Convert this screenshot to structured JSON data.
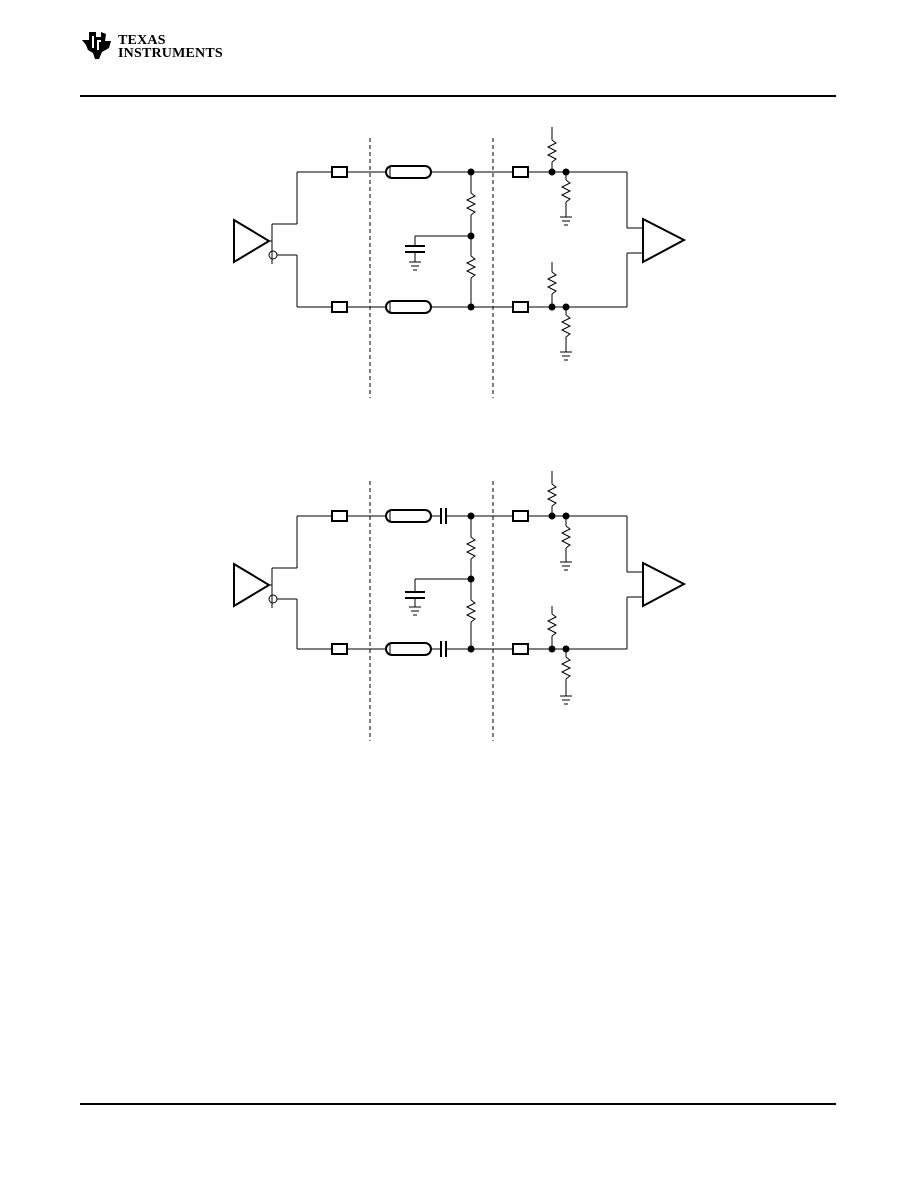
{
  "header": {
    "logo_line1": "Texas",
    "logo_line2": "Instruments",
    "logo_icon": "ti-state-logo-icon"
  },
  "colors": {
    "ink": "#000000",
    "background": "#ffffff"
  },
  "schematics": [
    {
      "id": "dc-coupled-termination",
      "coupling": "dc"
    },
    {
      "id": "ac-coupled-termination",
      "coupling": "ac"
    }
  ]
}
